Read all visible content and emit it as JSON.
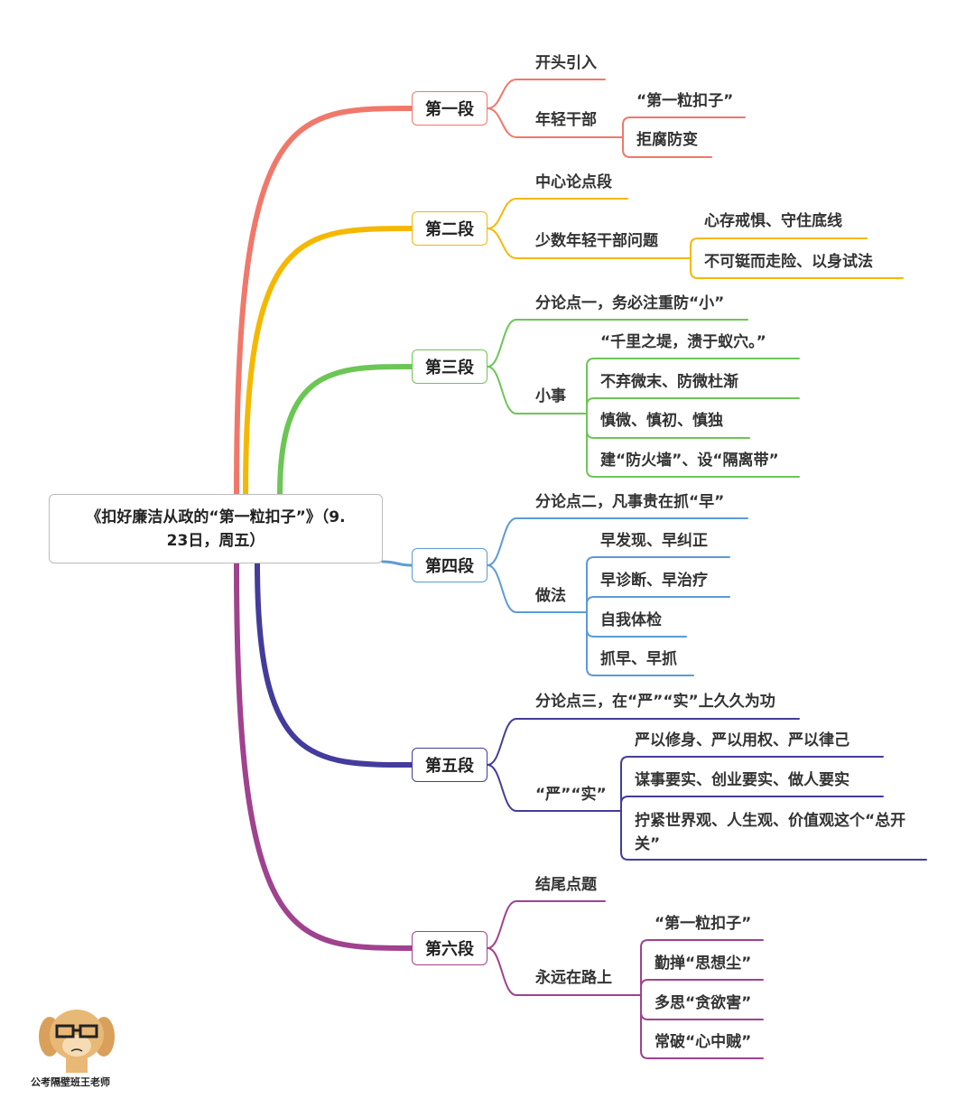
{
  "root": {
    "line1": "《扣好廉洁从政的“第一粒扣子”》（9.",
    "line2": "23日，周五）"
  },
  "sections": [
    {
      "label": "第一段",
      "color": "#f0786a",
      "items": [
        {
          "label": "开头引入",
          "children": []
        },
        {
          "label": "年轻干部",
          "children": [
            "“第一粒扣子”",
            "拒腐防变"
          ]
        }
      ]
    },
    {
      "label": "第二段",
      "color": "#f5b800",
      "items": [
        {
          "label": "中心论点段",
          "children": []
        },
        {
          "label": "少数年轻干部问题",
          "children": [
            "心存戒惧、守住底线",
            "不可铤而走险、以身试法"
          ]
        }
      ]
    },
    {
      "label": "第三段",
      "color": "#6cc655",
      "items": [
        {
          "label": "分论点一，务必注重防“小”",
          "children": []
        },
        {
          "label": "小事",
          "children": [
            "“千里之堤，溃于蚁穴。”",
            "不弃微末、防微杜渐",
            "慎微、慎初、慎独",
            "建“防火墙”、设“隔离带”"
          ]
        }
      ]
    },
    {
      "label": "第四段",
      "color": "#5b9bd5",
      "items": [
        {
          "label": "分论点二，凡事贵在抓“早”",
          "children": []
        },
        {
          "label": "做法",
          "children": [
            "早发现、早纠正",
            "早诊断、早治疗",
            "自我体检",
            "抓早、早抓"
          ]
        }
      ]
    },
    {
      "label": "第五段",
      "color": "#433c9c",
      "items": [
        {
          "label": "分论点三，在“严”“实”上久久为功",
          "children": []
        },
        {
          "label": "“严”“实”",
          "children": [
            "严以修身、严以用权、严以律己",
            "谋事要实、创业要实、做人要实",
            "拧紧世界观、人生观、价值观这个“总开关”"
          ]
        }
      ]
    },
    {
      "label": "第六段",
      "color": "#a0428f",
      "items": [
        {
          "label": "结尾点题",
          "children": []
        },
        {
          "label": "永远在路上",
          "children": [
            "“第一粒扣子”",
            "勤掸“思想尘”",
            "多思“贪欲害”",
            "常破“心中贼”"
          ]
        }
      ]
    }
  ],
  "watermark": {
    "text": "公考隔壁班王老师"
  }
}
